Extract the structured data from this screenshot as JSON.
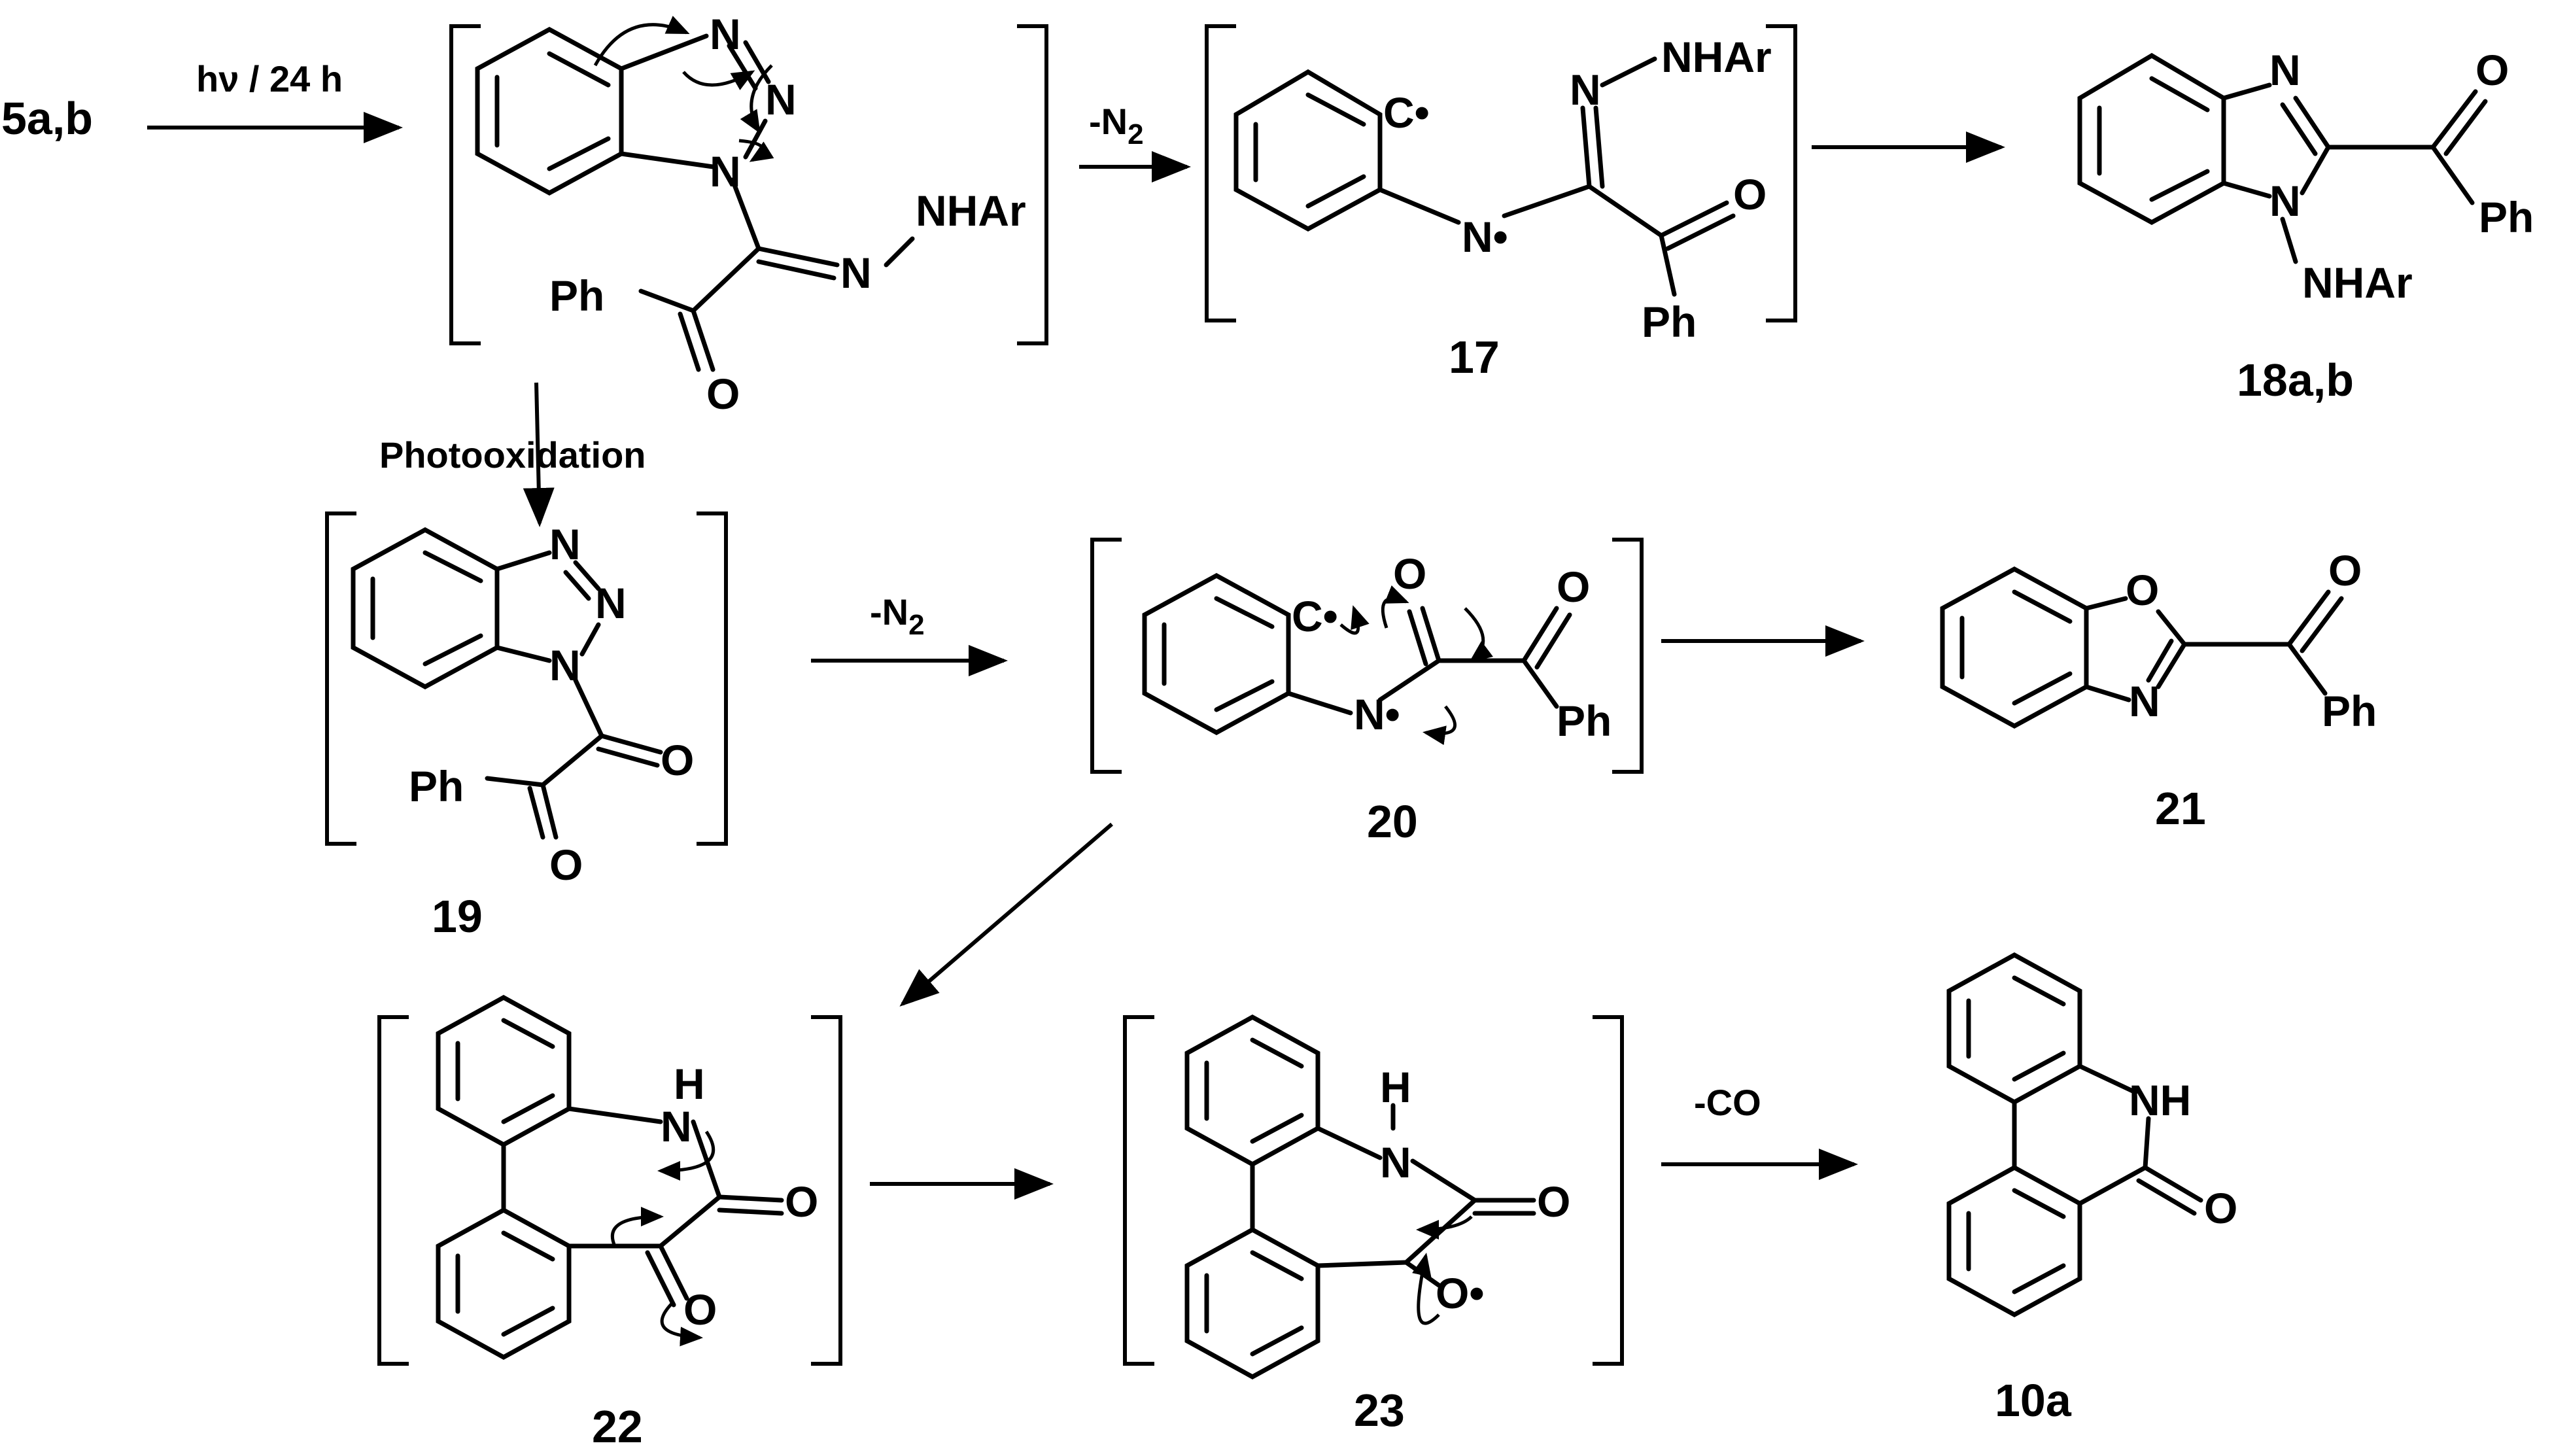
{
  "scheme": {
    "start_label": "5a,b",
    "conditions": {
      "step1": "hν / 24 h",
      "n2_loss_1_prefix": "-N",
      "n2_loss_1_sub": "2",
      "photooxidation": "Photooxidation",
      "n2_loss_2_prefix": "-N",
      "n2_loss_2_sub": "2",
      "co_loss": "-CO"
    },
    "compounds": {
      "c17": "17",
      "c18": "18a,b",
      "c19": "19",
      "c20": "20",
      "c21": "21",
      "c22": "22",
      "c23": "23",
      "c10": "10a"
    },
    "atoms": {
      "n": "N",
      "o": "O",
      "h": "H",
      "ph": "Ph",
      "nhar": "NHAr",
      "nh": "NH",
      "c_rad": "C•",
      "n_rad": "N•",
      "o_rad": "O•"
    }
  }
}
